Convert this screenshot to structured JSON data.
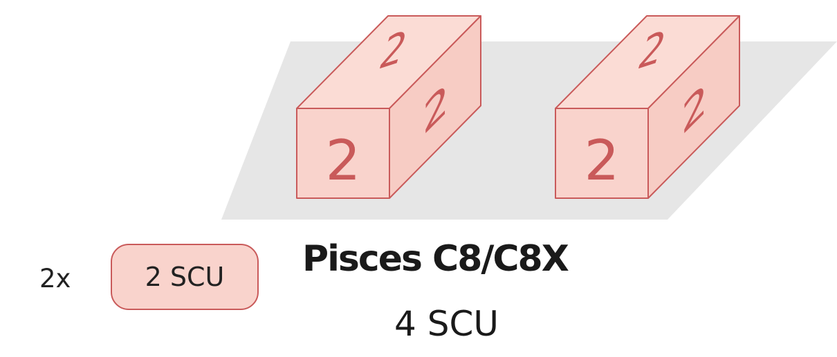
{
  "colors": {
    "crate_fill": "#f9d3cc",
    "crate_stroke": "#c95a5a",
    "platform": "#e6e6e6"
  },
  "crates": [
    {
      "front": "2",
      "top": "2",
      "side": "2"
    },
    {
      "front": "2",
      "top": "2",
      "side": "2"
    }
  ],
  "legend": {
    "count": "2x",
    "unit": "2 SCU"
  },
  "ship": {
    "name": "Pisces C8/C8X",
    "capacity": "4 SCU"
  }
}
